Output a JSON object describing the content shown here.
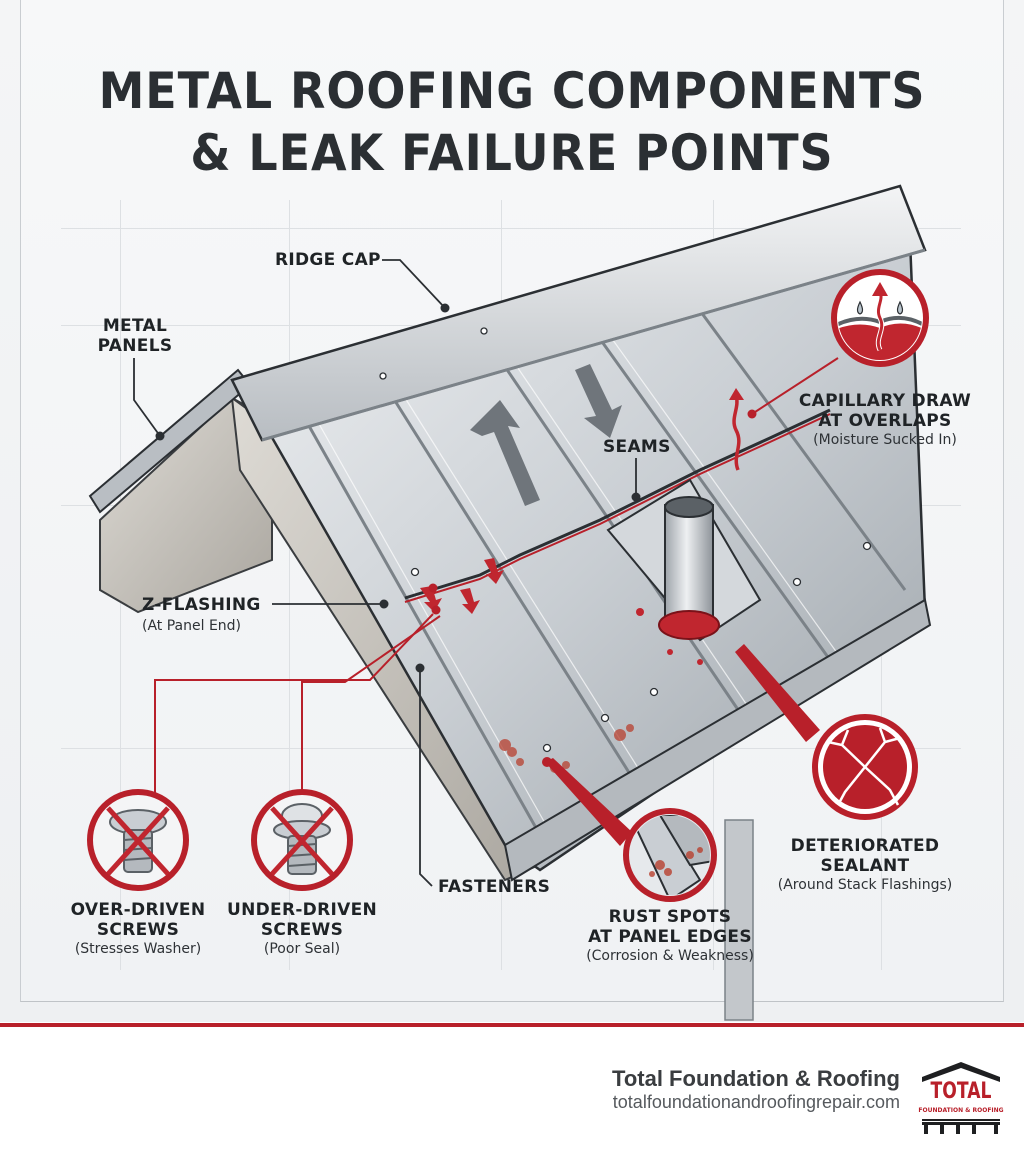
{
  "title": {
    "line1": "METAL ROOFING COMPONENTS",
    "line2": "& LEAK FAILURE POINTS"
  },
  "components": {
    "ridge_cap": "RIDGE CAP",
    "metal_panels": {
      "line1": "METAL",
      "line2": "PANELS"
    },
    "seams": "SEAMS",
    "z_flashing": {
      "label": "Z-FLASHING",
      "note": "(At Panel End)"
    },
    "fasteners": "FASTENERS"
  },
  "failure_points": {
    "capillary_draw": {
      "line1": "CAPILLARY DRAW",
      "line2": "AT OVERLAPS",
      "note": "(Moisture Sucked In)",
      "icon": "capillary-moisture-icon"
    },
    "over_driven": {
      "line1": "OVER-DRIVEN",
      "line2": "SCREWS",
      "note": "(Stresses Washer)",
      "icon": "over-driven-screw-icon"
    },
    "under_driven": {
      "line1": "UNDER-DRIVEN",
      "line2": "SCREWS",
      "note": "(Poor Seal)",
      "icon": "under-driven-screw-icon"
    },
    "rust_spots": {
      "line1": "RUST SPOTS",
      "line2": "AT PANEL EDGES",
      "note": "(Corrosion & Weakness)",
      "icon": "rust-spots-icon"
    },
    "deteriorated_sealant": {
      "line1": "DETERIORATED",
      "line2": "SEALANT",
      "note": "(Around Stack Flashings)",
      "icon": "cracked-sealant-icon"
    }
  },
  "footer": {
    "brand_name": "Total Foundation & Roofing",
    "url": "totalfoundationandroofingrepair.com",
    "logo": {
      "main": "TOTAL",
      "sub": "FOUNDATION & ROOFING"
    }
  },
  "colors": {
    "accent_red": "#b8202a",
    "text_dark": "#2b2f33",
    "metal_light": "#d9dde1",
    "metal_mid": "#aab0b6",
    "metal_dark": "#7b8288",
    "wood": "#c9c6c0",
    "background": "#f2f4f6"
  }
}
